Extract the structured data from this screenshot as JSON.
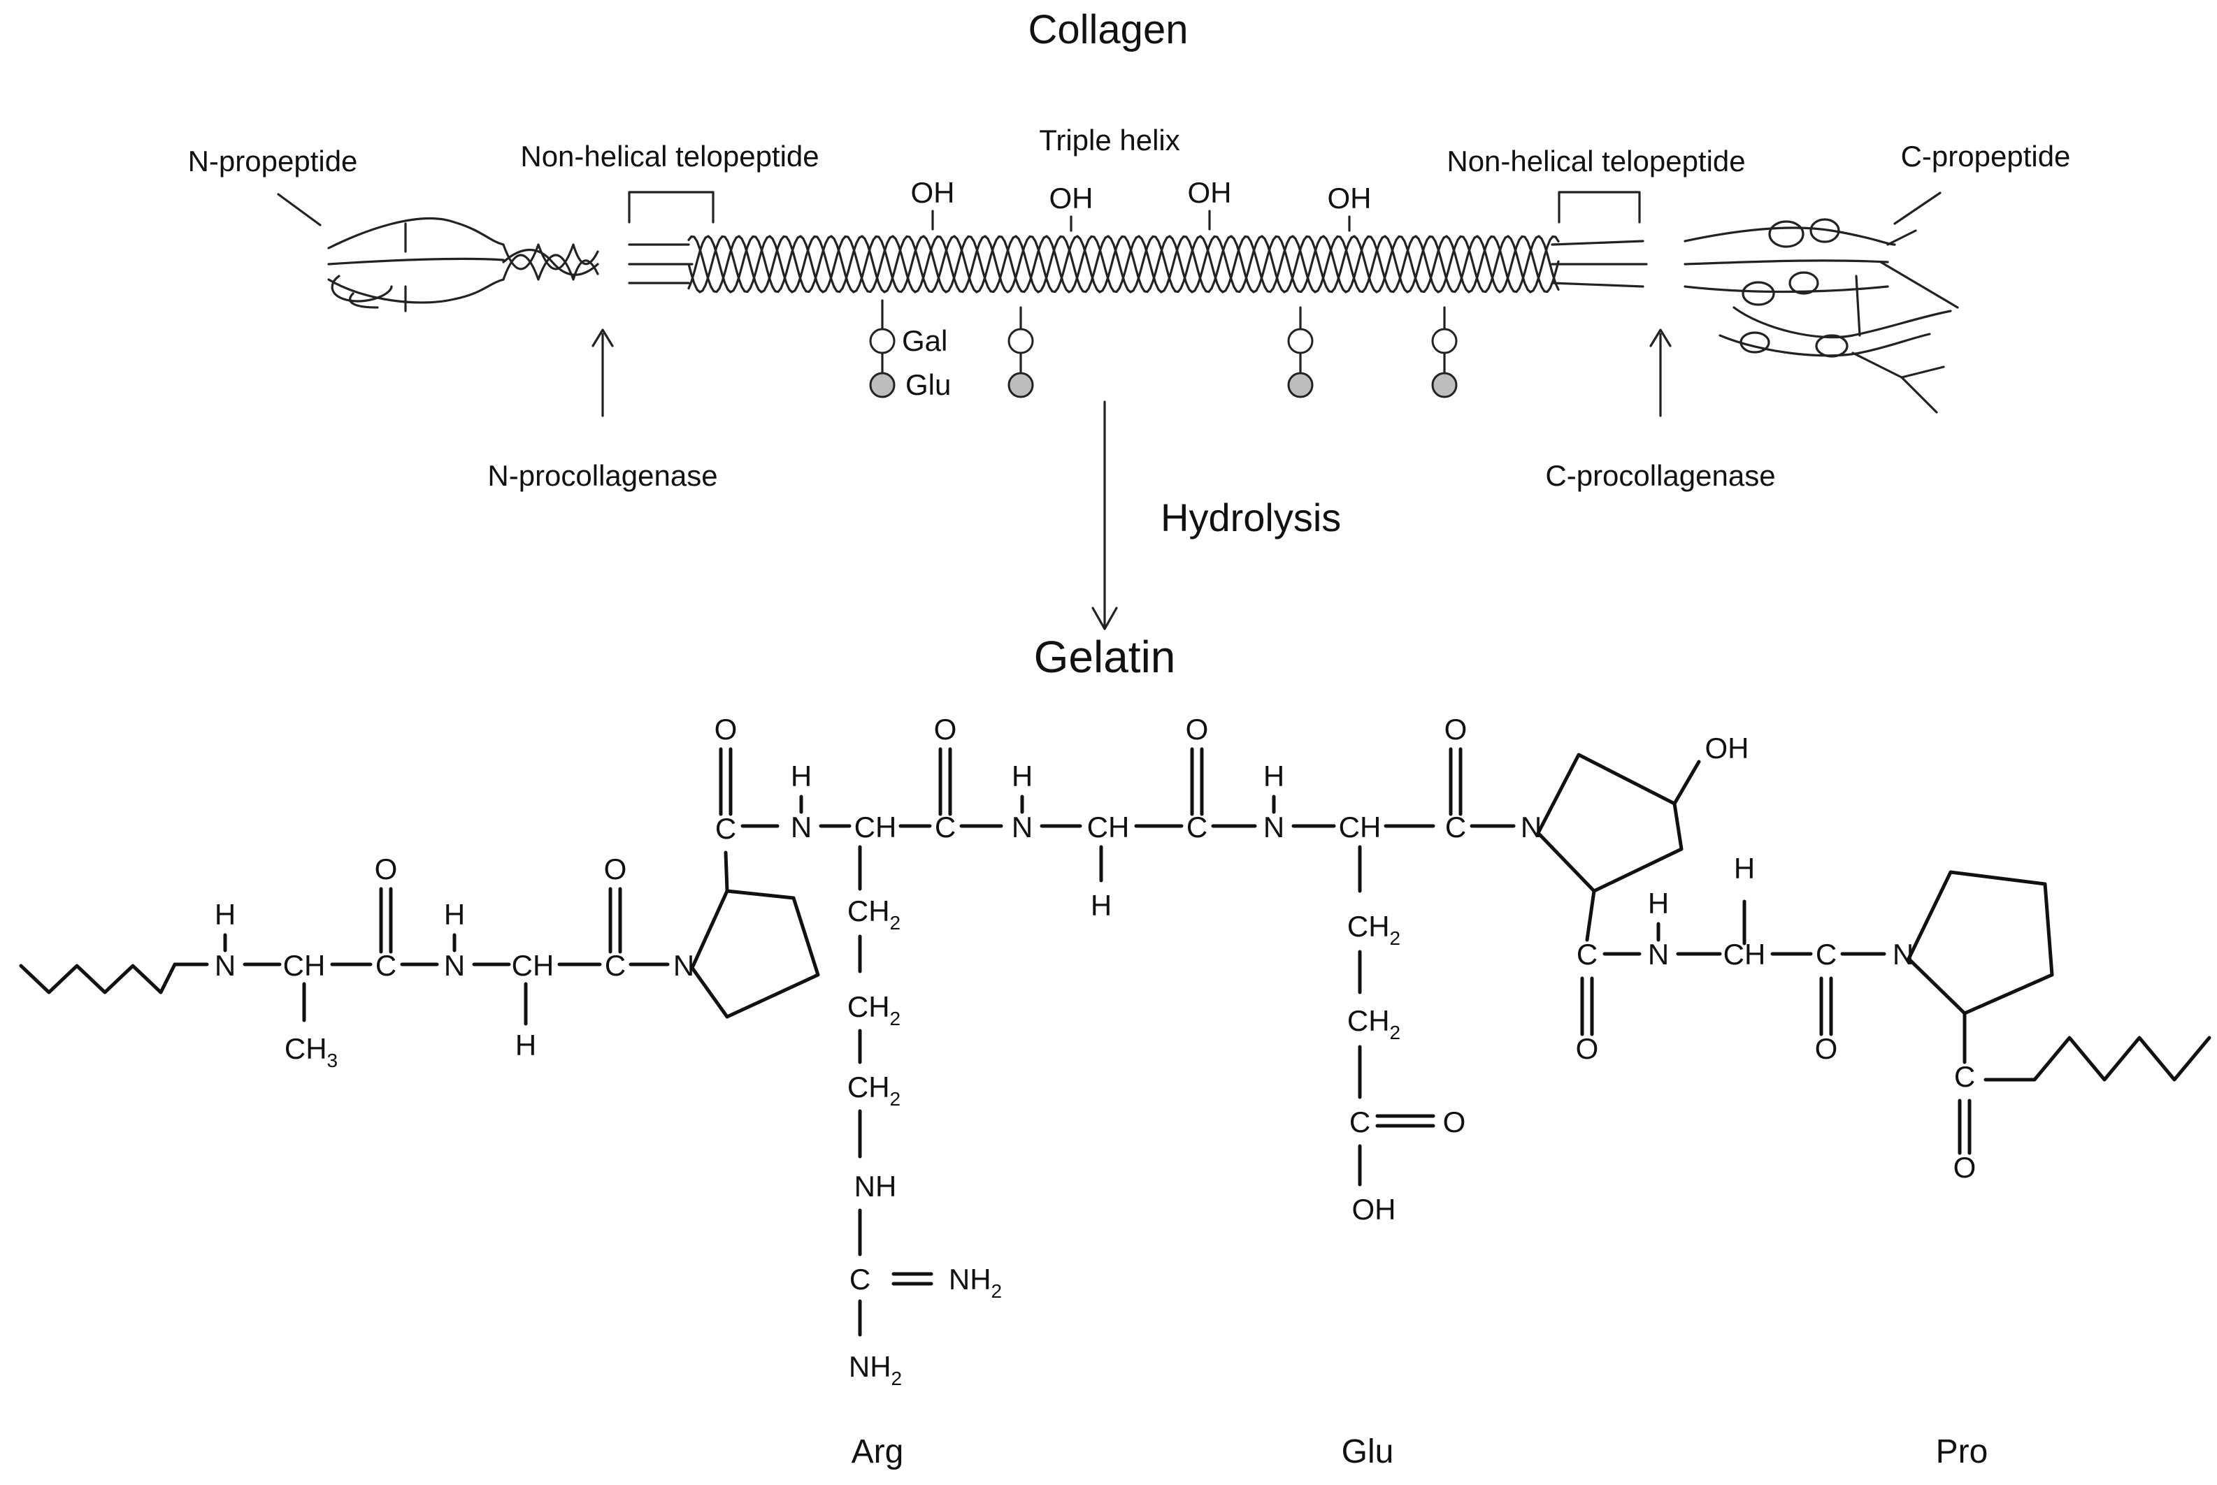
{
  "collagen": {
    "title": "Collagen",
    "n_propeptide": "N-propeptide",
    "telopeptide_left": "Non-helical telopeptide",
    "triple_helix": "Triple helix",
    "telopeptide_right": "Non-helical telopeptide",
    "c_propeptide": "C-propeptide",
    "oh": "OH",
    "gal": "Gal",
    "glu_sugar": "Glu",
    "n_procollagenase": "N-procollagenase",
    "c_procollagenase": "C-procollagenase"
  },
  "process": {
    "label": "Hydrolysis"
  },
  "gelatin": {
    "title": "Gelatin",
    "atoms": {
      "N": "N",
      "H": "H",
      "C": "C",
      "O": "O",
      "CH": "CH",
      "CH2": "CH",
      "CH3": "CH",
      "NH": "NH",
      "NH2": "NH",
      "OH": "OH",
      "sub2": "2",
      "sub3": "3"
    },
    "residues": [
      "Arg",
      "Glu",
      "Pro"
    ]
  }
}
